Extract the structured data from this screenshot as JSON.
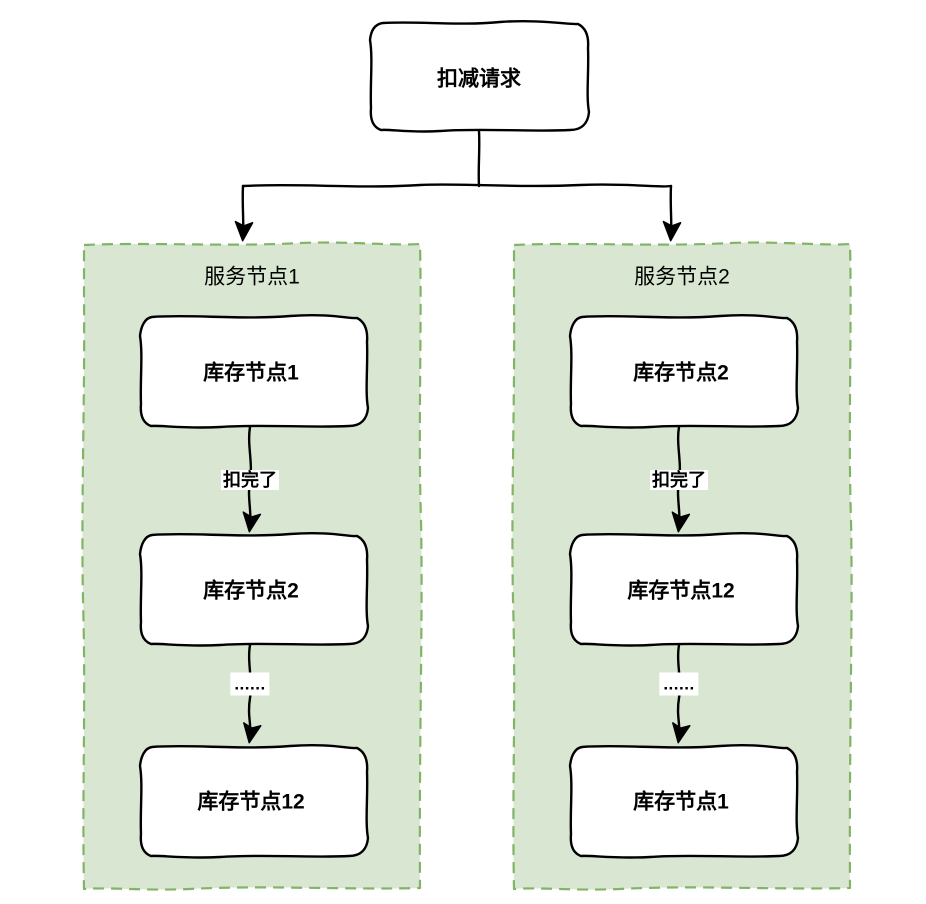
{
  "diagram": {
    "type": "flowchart",
    "title_node": {
      "label": "扣减请求"
    },
    "groups": [
      {
        "id": "service-node-1",
        "label": "服务节点1",
        "nodes": [
          {
            "id": "left-node-1",
            "label": "库存节点1"
          },
          {
            "id": "left-node-2",
            "label": "库存节点2"
          },
          {
            "id": "left-node-3",
            "label": "库存节点12"
          }
        ],
        "edges": [
          {
            "from": "left-node-1",
            "to": "left-node-2",
            "label": "扣完了"
          },
          {
            "from": "left-node-2",
            "to": "left-node-3",
            "label": "......"
          }
        ]
      },
      {
        "id": "service-node-2",
        "label": "服务节点2",
        "nodes": [
          {
            "id": "right-node-1",
            "label": "库存节点2"
          },
          {
            "id": "right-node-2",
            "label": "库存节点12"
          },
          {
            "id": "right-node-3",
            "label": "库存节点1"
          }
        ],
        "edges": [
          {
            "from": "right-node-1",
            "to": "right-node-2",
            "label": "扣完了"
          },
          {
            "from": "right-node-2",
            "to": "right-node-3",
            "label": "......"
          }
        ]
      }
    ],
    "colors": {
      "group_fill": "#d9e7d2",
      "group_stroke": "#82b366",
      "node_fill": "#ffffff",
      "node_stroke": "#000000",
      "edge_stroke": "#000000",
      "text": "#000000",
      "background": "#ffffff"
    }
  }
}
